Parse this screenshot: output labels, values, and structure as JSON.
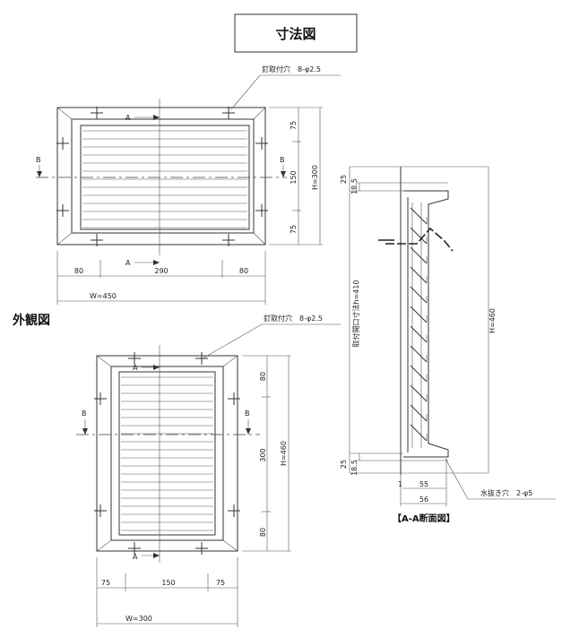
{
  "title": "寸法図",
  "exterior_label": "外観図",
  "top_view": {
    "section_a": "A",
    "section_b": "B",
    "nail_holes": "釘取付穴　8-φ2.5",
    "dims_right": [
      "75",
      "150",
      "75"
    ],
    "height": "H=300",
    "dims_bottom": [
      "80",
      "290",
      "80"
    ],
    "width": "W=450"
  },
  "bottom_view": {
    "section_a": "A",
    "section_b": "B",
    "nail_holes": "釘取付穴　8-φ2.5",
    "dims_right": [
      "80",
      "300",
      "80"
    ],
    "height": "H=460",
    "dims_bottom": [
      "75",
      "150",
      "75"
    ],
    "width": "W=300"
  },
  "section_view": {
    "opening": "取付開口寸法h=410",
    "height": "H=460",
    "dim_25": "25",
    "dim_18_5": "18.5",
    "dim_55": "55",
    "dim_56": "56",
    "dim_1": "1",
    "drain_holes": "水抜き穴　2-φ5",
    "caption": "【A-A断面図】"
  }
}
